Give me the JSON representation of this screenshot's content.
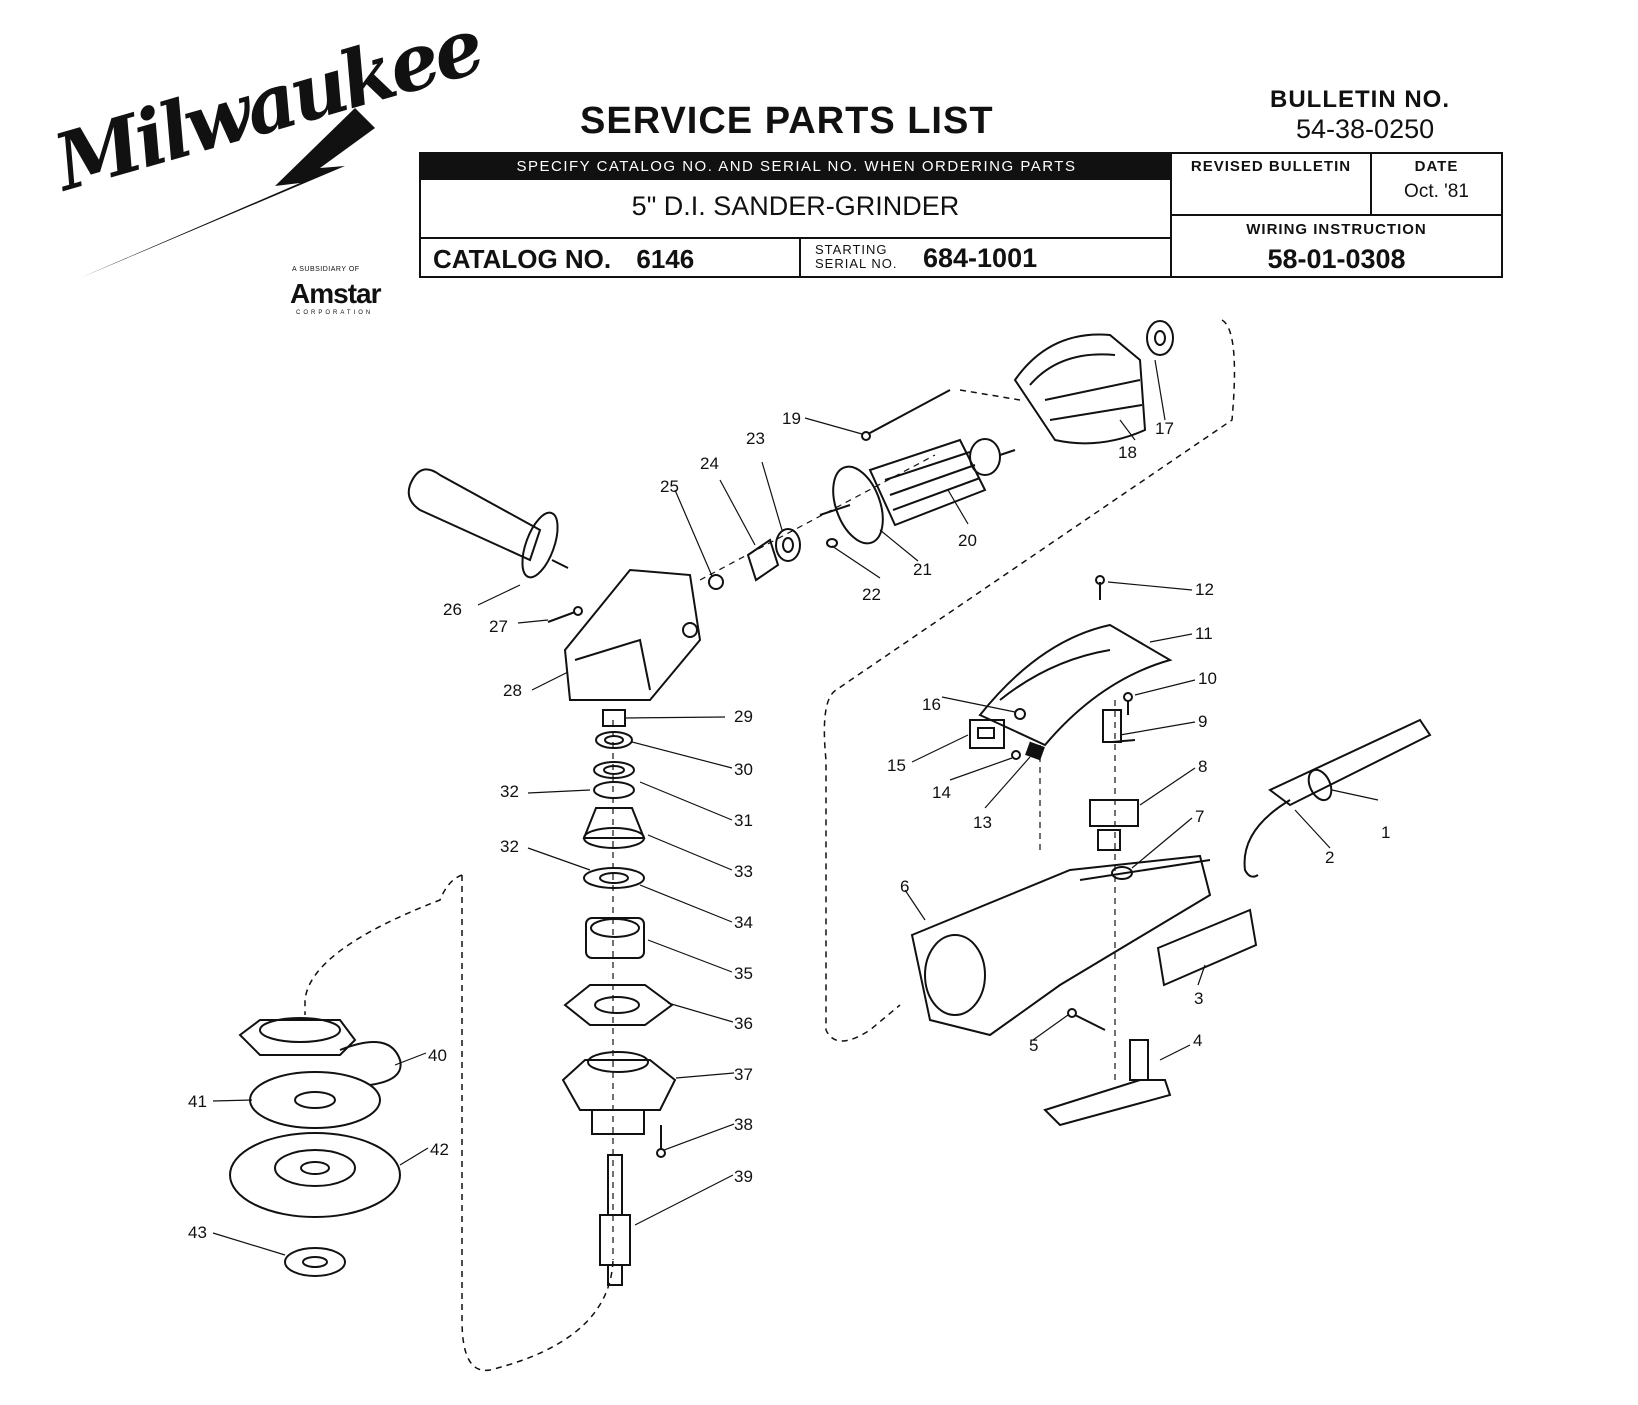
{
  "logo": {
    "wordmark": "Milwaukee",
    "subsidiary": "A SUBSIDIARY OF",
    "parent": "Amstar",
    "corporation": "CORPORATION"
  },
  "header": {
    "title": "SERVICE PARTS LIST",
    "bulletin_label": "BULLETIN NO.",
    "bulletin_no": "54-38-0250",
    "specify_note": "SPECIFY CATALOG NO. AND SERIAL NO. WHEN ORDERING PARTS",
    "product_name": "5\" D.I. SANDER-GRINDER",
    "catalog_label": "CATALOG NO.",
    "catalog_no": "6146",
    "serial_label_1": "STARTING",
    "serial_label_2": "SERIAL NO.",
    "serial_no": "684-1001",
    "revised_label": "REVISED BULLETIN",
    "revised_value": "",
    "date_label": "DATE",
    "date_value": "Oct. '81",
    "wiring_label": "WIRING INSTRUCTION",
    "wiring_no": "58-01-0308"
  },
  "diagram": {
    "callouts": [
      "1",
      "2",
      "3",
      "4",
      "5",
      "6",
      "7",
      "8",
      "9",
      "10",
      "11",
      "12",
      "13",
      "14",
      "15",
      "16",
      "17",
      "18",
      "19",
      "20",
      "21",
      "22",
      "23",
      "24",
      "25",
      "26",
      "27",
      "28",
      "29",
      "30",
      "31",
      "32",
      "33",
      "34",
      "35",
      "36",
      "37",
      "38",
      "39",
      "40",
      "41",
      "42",
      "43"
    ]
  }
}
